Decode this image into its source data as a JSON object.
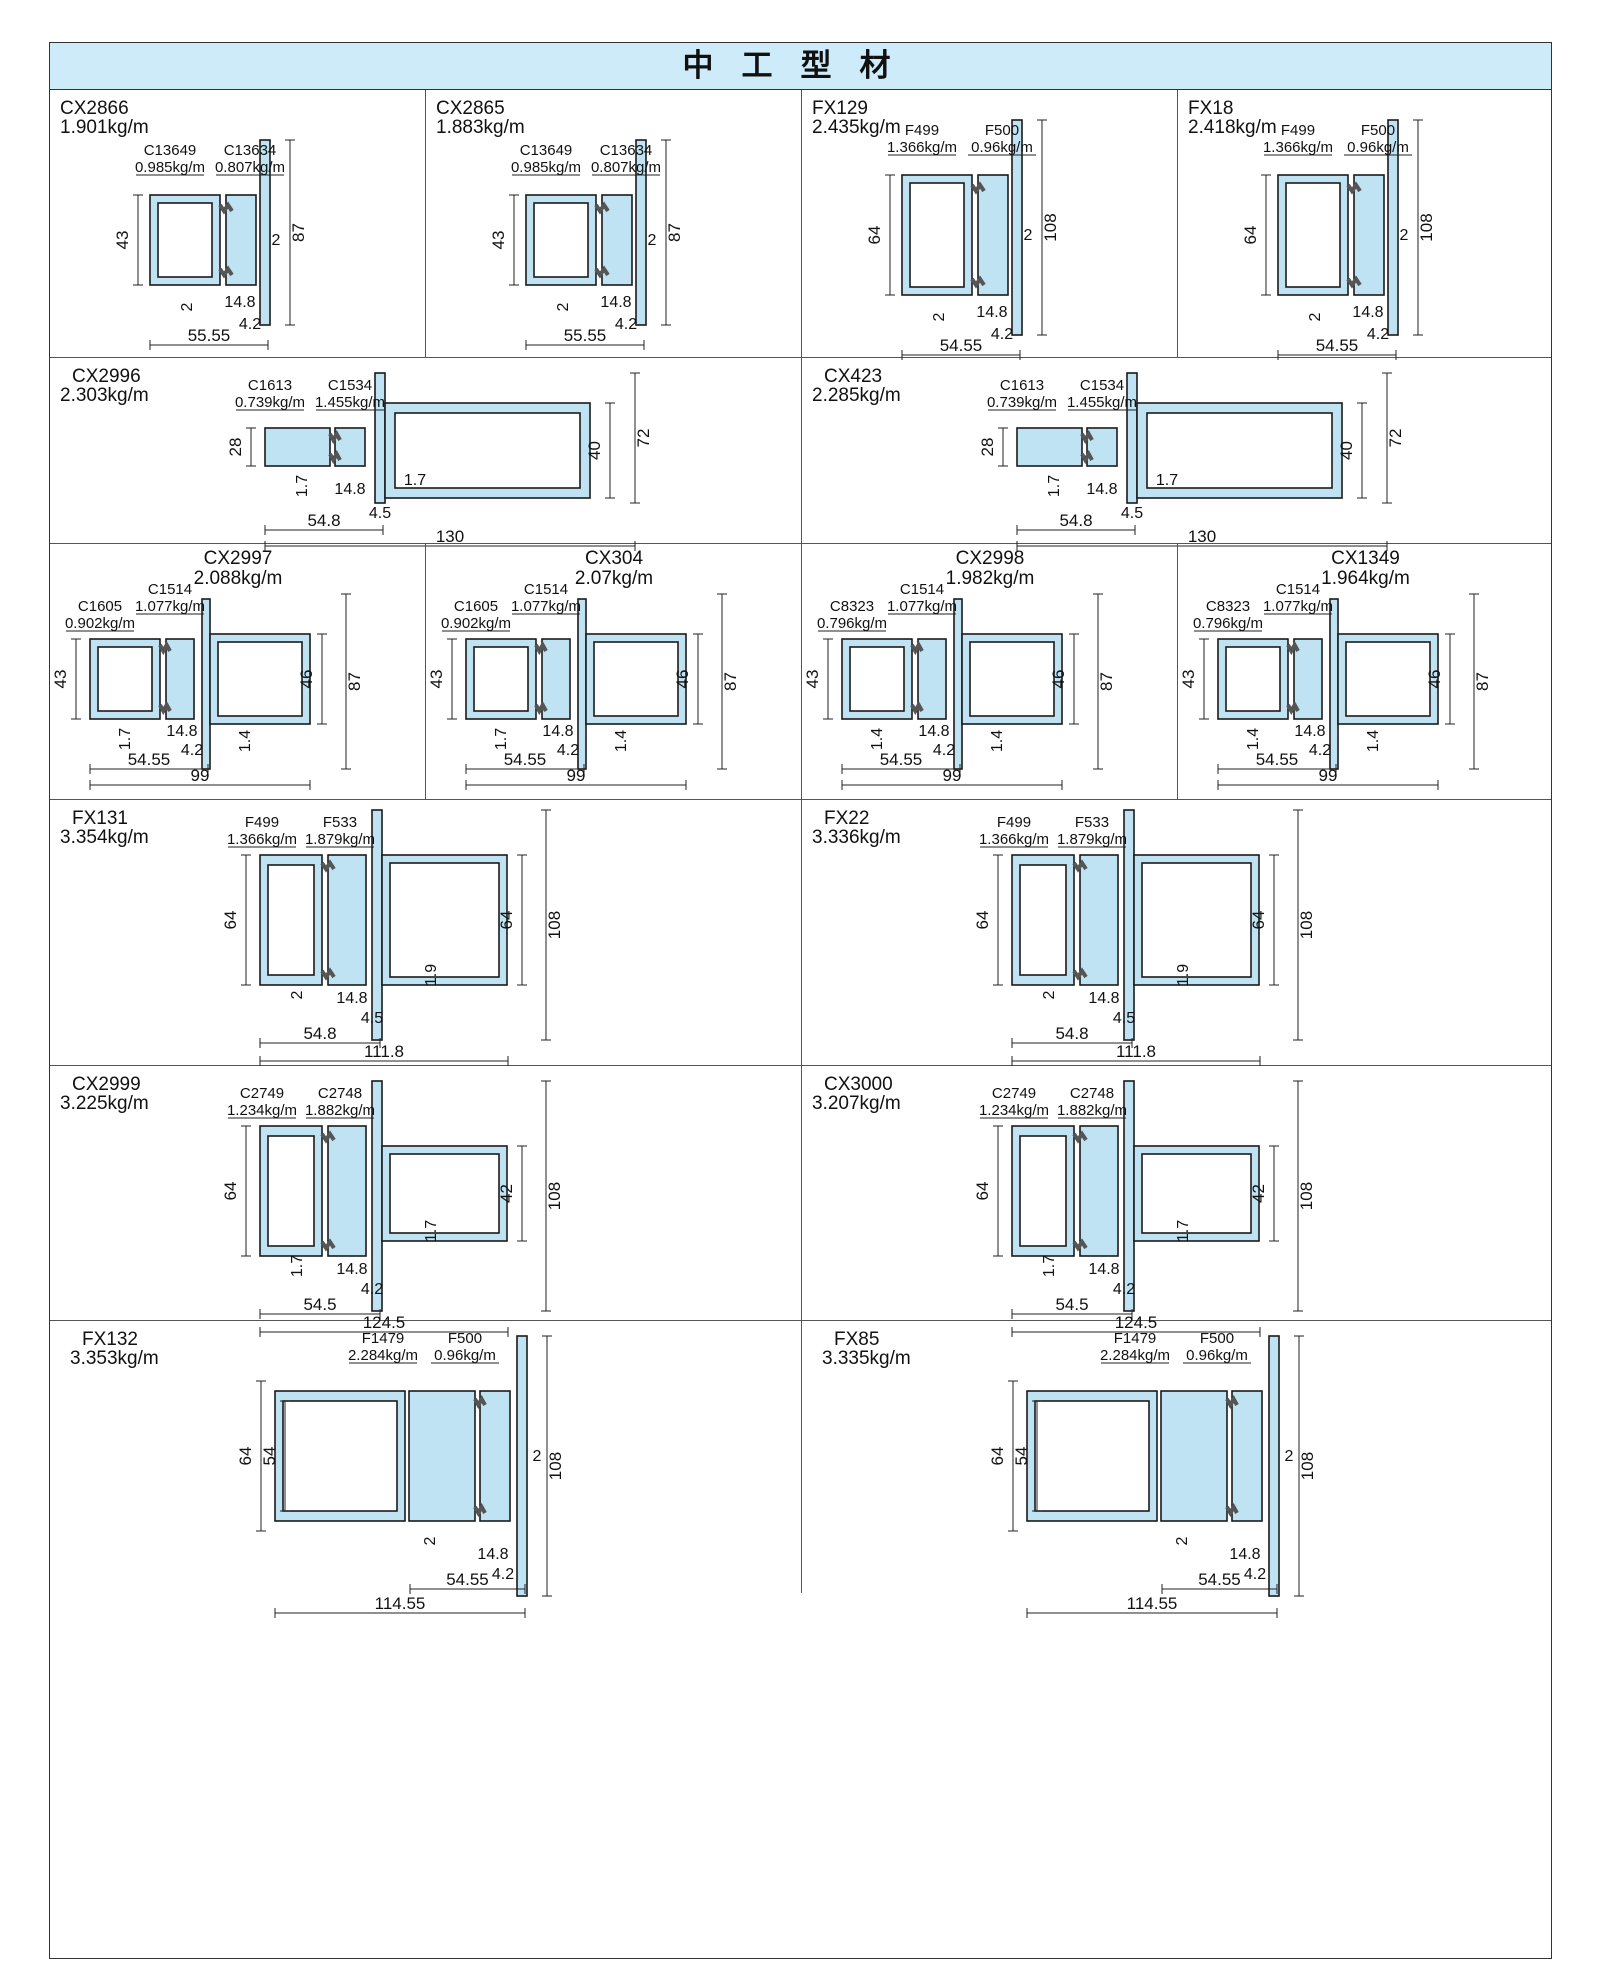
{
  "title": "中工型材",
  "profiles": [
    {
      "code": "CX2866",
      "weight": "1.901kg/m",
      "parts": [
        {
          "code": "C13649",
          "weight": "0.985kg/m"
        },
        {
          "code": "C13634",
          "weight": "0.807kg/m"
        }
      ],
      "dims": {
        "height_left": "43",
        "height_right": "87",
        "wall": "2",
        "wall_bottom": "2",
        "strip": "14.8",
        "lip": "4.2",
        "width": "55.55"
      }
    },
    {
      "code": "CX2865",
      "weight": "1.883kg/m",
      "parts": [
        {
          "code": "C13649",
          "weight": "0.985kg/m"
        },
        {
          "code": "C13634",
          "weight": "0.807kg/m"
        }
      ],
      "dims": {
        "height_left": "43",
        "height_right": "87",
        "wall": "2",
        "wall_bottom": "2",
        "strip": "14.8",
        "lip": "4.2",
        "width": "55.55"
      }
    },
    {
      "code": "FX129",
      "weight": "2.435kg/m",
      "parts": [
        {
          "code": "F499",
          "weight": "1.366kg/m"
        },
        {
          "code": "F500",
          "weight": "0.96kg/m"
        }
      ],
      "dims": {
        "height_left": "64",
        "height_right": "108",
        "wall": "2",
        "wall_bottom": "2",
        "strip": "14.8",
        "lip": "4.2",
        "width": "54.55"
      }
    },
    {
      "code": "FX18",
      "weight": "2.418kg/m",
      "parts": [
        {
          "code": "F499",
          "weight": "1.366kg/m"
        },
        {
          "code": "F500",
          "weight": "0.96kg/m"
        }
      ],
      "dims": {
        "height_left": "64",
        "height_right": "108",
        "wall": "2",
        "wall_bottom": "2",
        "strip": "14.8",
        "lip": "4.2",
        "width": "54.55"
      }
    },
    {
      "code": "CX2996",
      "weight": "2.303kg/m",
      "parts": [
        {
          "code": "C1613",
          "weight": "0.739kg/m"
        },
        {
          "code": "C1534",
          "weight": "1.455kg/m"
        }
      ],
      "dims": {
        "height_left": "28",
        "height_mid": "40",
        "height_right": "72",
        "wall_bottom": "1.7",
        "wall_mid": "1.7",
        "strip": "14.8",
        "lip": "4.5",
        "width_inner": "54.8",
        "width": "130"
      }
    },
    {
      "code": "CX423",
      "weight": "2.285kg/m",
      "parts": [
        {
          "code": "C1613",
          "weight": "0.739kg/m"
        },
        {
          "code": "C1534",
          "weight": "1.455kg/m"
        }
      ],
      "dims": {
        "height_left": "28",
        "height_mid": "40",
        "height_right": "72",
        "wall_bottom": "1.7",
        "wall_mid": "1.7",
        "strip": "14.8",
        "lip": "4.5",
        "width_inner": "54.8",
        "width": "130"
      }
    },
    {
      "code": "CX2997",
      "weight": "2.088kg/m",
      "parts": [
        {
          "code": "C1605",
          "weight": "0.902kg/m"
        },
        {
          "code": "C1514",
          "weight": "1.077kg/m"
        }
      ],
      "dims": {
        "height_left": "43",
        "height_mid": "46",
        "height_right": "87",
        "wall_bottom": "1.7",
        "wall_mid": "1.4",
        "strip": "14.8",
        "lip": "4.2",
        "width_inner": "54.55",
        "width": "99"
      }
    },
    {
      "code": "CX304",
      "weight": "2.07kg/m",
      "parts": [
        {
          "code": "C1605",
          "weight": "0.902kg/m"
        },
        {
          "code": "C1514",
          "weight": "1.077kg/m"
        }
      ],
      "dims": {
        "height_left": "43",
        "height_mid": "46",
        "height_right": "87",
        "wall_bottom": "1.7",
        "wall_mid": "1.4",
        "strip": "14.8",
        "lip": "4.2",
        "width_inner": "54.55",
        "width": "99"
      }
    },
    {
      "code": "CX2998",
      "weight": "1.982kg/m",
      "parts": [
        {
          "code": "C8323",
          "weight": "0.796kg/m"
        },
        {
          "code": "C1514",
          "weight": "1.077kg/m"
        }
      ],
      "dims": {
        "height_left": "43",
        "height_mid": "46",
        "height_right": "87",
        "wall_bottom": "1.4",
        "wall_mid": "1.4",
        "strip": "14.8",
        "lip": "4.2",
        "width_inner": "54.55",
        "width": "99"
      }
    },
    {
      "code": "CX1349",
      "weight": "1.964kg/m",
      "parts": [
        {
          "code": "C8323",
          "weight": "0.796kg/m"
        },
        {
          "code": "C1514",
          "weight": "1.077kg/m"
        }
      ],
      "dims": {
        "height_left": "43",
        "height_mid": "46",
        "height_right": "87",
        "wall_bottom": "1.4",
        "wall_mid": "1.4",
        "strip": "14.8",
        "lip": "4.2",
        "width_inner": "54.55",
        "width": "99"
      }
    },
    {
      "code": "FX131",
      "weight": "3.354kg/m",
      "parts": [
        {
          "code": "F499",
          "weight": "1.366kg/m"
        },
        {
          "code": "F533",
          "weight": "1.879kg/m"
        }
      ],
      "dims": {
        "height_left": "64",
        "height_mid": "64",
        "height_right": "108",
        "wall_bottom": "2",
        "wall_mid": "1.9",
        "strip": "14.8",
        "lip": "4.5",
        "width_inner": "54.8",
        "width": "111.8"
      }
    },
    {
      "code": "FX22",
      "weight": "3.336kg/m",
      "parts": [
        {
          "code": "F499",
          "weight": "1.366kg/m"
        },
        {
          "code": "F533",
          "weight": "1.879kg/m"
        }
      ],
      "dims": {
        "height_left": "64",
        "height_mid": "64",
        "height_right": "108",
        "wall_bottom": "2",
        "wall_mid": "1.9",
        "strip": "14.8",
        "lip": "4.5",
        "width_inner": "54.8",
        "width": "111.8"
      }
    },
    {
      "code": "CX2999",
      "weight": "3.225kg/m",
      "parts": [
        {
          "code": "C2749",
          "weight": "1.234kg/m"
        },
        {
          "code": "C2748",
          "weight": "1.882kg/m"
        }
      ],
      "dims": {
        "height_left": "64",
        "height_mid": "42",
        "height_right": "108",
        "wall_bottom": "1.7",
        "wall_mid": "1.7",
        "strip": "14.8",
        "lip": "4.2",
        "width_inner": "54.5",
        "width": "124.5"
      }
    },
    {
      "code": "CX3000",
      "weight": "3.207kg/m",
      "parts": [
        {
          "code": "C2749",
          "weight": "1.234kg/m"
        },
        {
          "code": "C2748",
          "weight": "1.882kg/m"
        }
      ],
      "dims": {
        "height_left": "64",
        "height_mid": "42",
        "height_right": "108",
        "wall_bottom": "1.7",
        "wall_mid": "1.7",
        "strip": "14.8",
        "lip": "4.2",
        "width_inner": "54.5",
        "width": "124.5"
      }
    },
    {
      "code": "FX132",
      "weight": "3.353kg/m",
      "parts": [
        {
          "code": "F1479",
          "weight": "2.284kg/m"
        },
        {
          "code": "F500",
          "weight": "0.96kg/m"
        }
      ],
      "dims": {
        "height_left": "64",
        "height_mid": "54",
        "height_right": "108",
        "wall": "2",
        "wall_bottom": "2",
        "strip": "14.8",
        "lip": "4.2",
        "width_inner": "54.55",
        "width": "114.55"
      }
    },
    {
      "code": "FX85",
      "weight": "3.335kg/m",
      "parts": [
        {
          "code": "F1479",
          "weight": "2.284kg/m"
        },
        {
          "code": "F500",
          "weight": "0.96kg/m"
        }
      ],
      "dims": {
        "height_left": "64",
        "height_mid": "54",
        "height_right": "108",
        "wall": "2",
        "wall_bottom": "2",
        "strip": "14.8",
        "lip": "4.2",
        "width_inner": "54.55",
        "width": "114.55"
      }
    }
  ],
  "colors": {
    "banner": "#cdebf8",
    "profile_fill": "#bfe3f3",
    "profile_stroke": "#1a1a1a",
    "thermal_strip": "#555555",
    "grid_line": "#555555"
  }
}
